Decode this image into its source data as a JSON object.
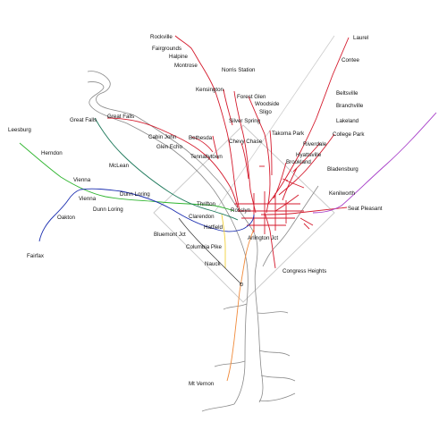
{
  "colors": {
    "background": "#ffffff",
    "river": "#8a8a8a",
    "boundary": "#c8c8c8",
    "red_lines": "#d41a2c",
    "green_line": "#2fb52f",
    "blue_line": "#1c2fb0",
    "purple_line": "#a63cc8",
    "teal_line": "#1f7a5c",
    "orange_line": "#f08a3a",
    "yellow_line": "#f2d03a"
  },
  "lines": [
    {
      "name": "red-network",
      "color": "red_lines"
    },
    {
      "name": "green-line",
      "color": "green_line"
    },
    {
      "name": "blue-line",
      "color": "blue_line"
    },
    {
      "name": "purple-line",
      "color": "purple_line"
    },
    {
      "name": "teal-line",
      "color": "teal_line"
    },
    {
      "name": "orange-line",
      "color": "orange_line"
    },
    {
      "name": "yellow-line",
      "color": "yellow_line"
    }
  ],
  "places": {
    "rockville": "Rockville",
    "fairgrounds": "Fairgrounds",
    "halpine": "Halpine",
    "montrose": "Montrose",
    "norris_station": "Norris Station",
    "kensington": "Kensington",
    "forest_glen": "Forest Glen",
    "woodside": "Woodside",
    "sligo": "Sligo",
    "silver_spring": "Silver Spring",
    "takoma_park": "Takoma Park",
    "chevy_chase": "Chevy Chase",
    "bethesda": "Bethesda",
    "cabin_john": "Cabin John",
    "glen_echo": "Glen Echo",
    "tennallytown": "Tennallytown",
    "great_falls_va": "Great Falls",
    "great_falls_md": "Great Falls",
    "leesburg": "Leesburg",
    "herndon": "Herndon",
    "mclean": "McLean",
    "vienna_1": "Vienna",
    "vienna_2": "Vienna",
    "dunn_loring_1": "Dunn Loring",
    "dunn_loring_2": "Dunn Loring",
    "oakton": "Oakton",
    "fairfax": "Fairfax",
    "thrifton": "Thrifton",
    "clarendon": "Clarendon",
    "rosslyn": "Rosslyn",
    "bluemont_jct": "Bluemont Jct",
    "hatfield": "Hatfield",
    "columbia_pike": "Columbia Pike",
    "arlington_jct": "Arlington Jct",
    "nauck": "Nauck",
    "congress_heights": "Congress Heights",
    "mt_vernon": "Mt Vernon",
    "laurel": "Laurel",
    "contee": "Contee",
    "beltsville": "Beltsville",
    "branchville": "Branchville",
    "lakeland": "Lakeland",
    "college_park": "College Park",
    "riverdale": "Riverdale",
    "hyattsville": "Hyattsville",
    "brookland": "Brookland",
    "bladensburg": "Bladensburg",
    "kenilworth": "Kenilworth",
    "seat_pleasant": "Seat Pleasant"
  }
}
